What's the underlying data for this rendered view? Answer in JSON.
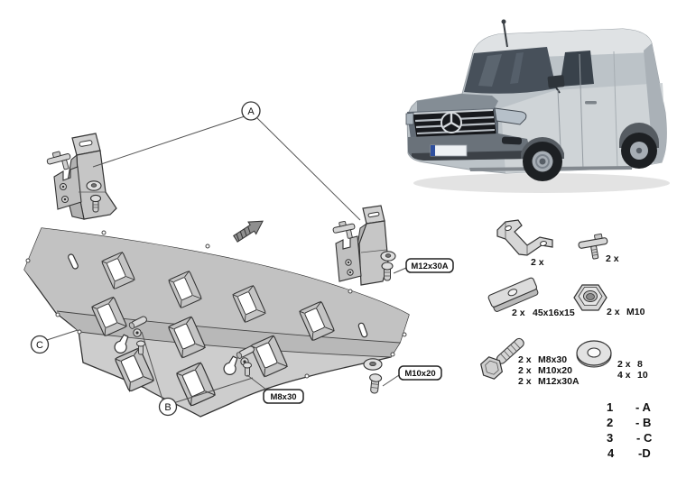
{
  "callouts": {
    "bracket_ref": "A",
    "bolt_ref": "B",
    "plate_ref": "C",
    "bolt_m12": "M12x30A",
    "bolt_m10": "M10x20",
    "bolt_m8": "M8x30"
  },
  "parts_list": {
    "z_bracket": {
      "qty": "2 x"
    },
    "clip": {
      "qty": "2 x"
    },
    "spacer": {
      "qty": "2 x",
      "size": "45x16x15"
    },
    "nut": {
      "qty": "2 x",
      "size": "M10"
    },
    "bolts": [
      {
        "qty": "2 x",
        "size": "M8x30"
      },
      {
        "qty": "2 x",
        "size": "M10x20"
      },
      {
        "qty": "2 x",
        "size": "M12x30A"
      }
    ],
    "washers": [
      {
        "qty": "2 x",
        "size": "8"
      },
      {
        "qty": "4 x",
        "size": "10"
      }
    ]
  },
  "legend": {
    "rows": [
      {
        "num": "1",
        "ref": "- A"
      },
      {
        "num": "2",
        "ref": "- B"
      },
      {
        "num": "3",
        "ref": "- C"
      },
      {
        "num": "4",
        "ref": "-D"
      }
    ]
  },
  "colors": {
    "background": "#ffffff",
    "line": "#333333",
    "plate_fill": "#cdcdcd",
    "text": "#111111",
    "van_body": "#c3c9cd",
    "van_front": "#5f6872",
    "grille": "#17191d"
  }
}
